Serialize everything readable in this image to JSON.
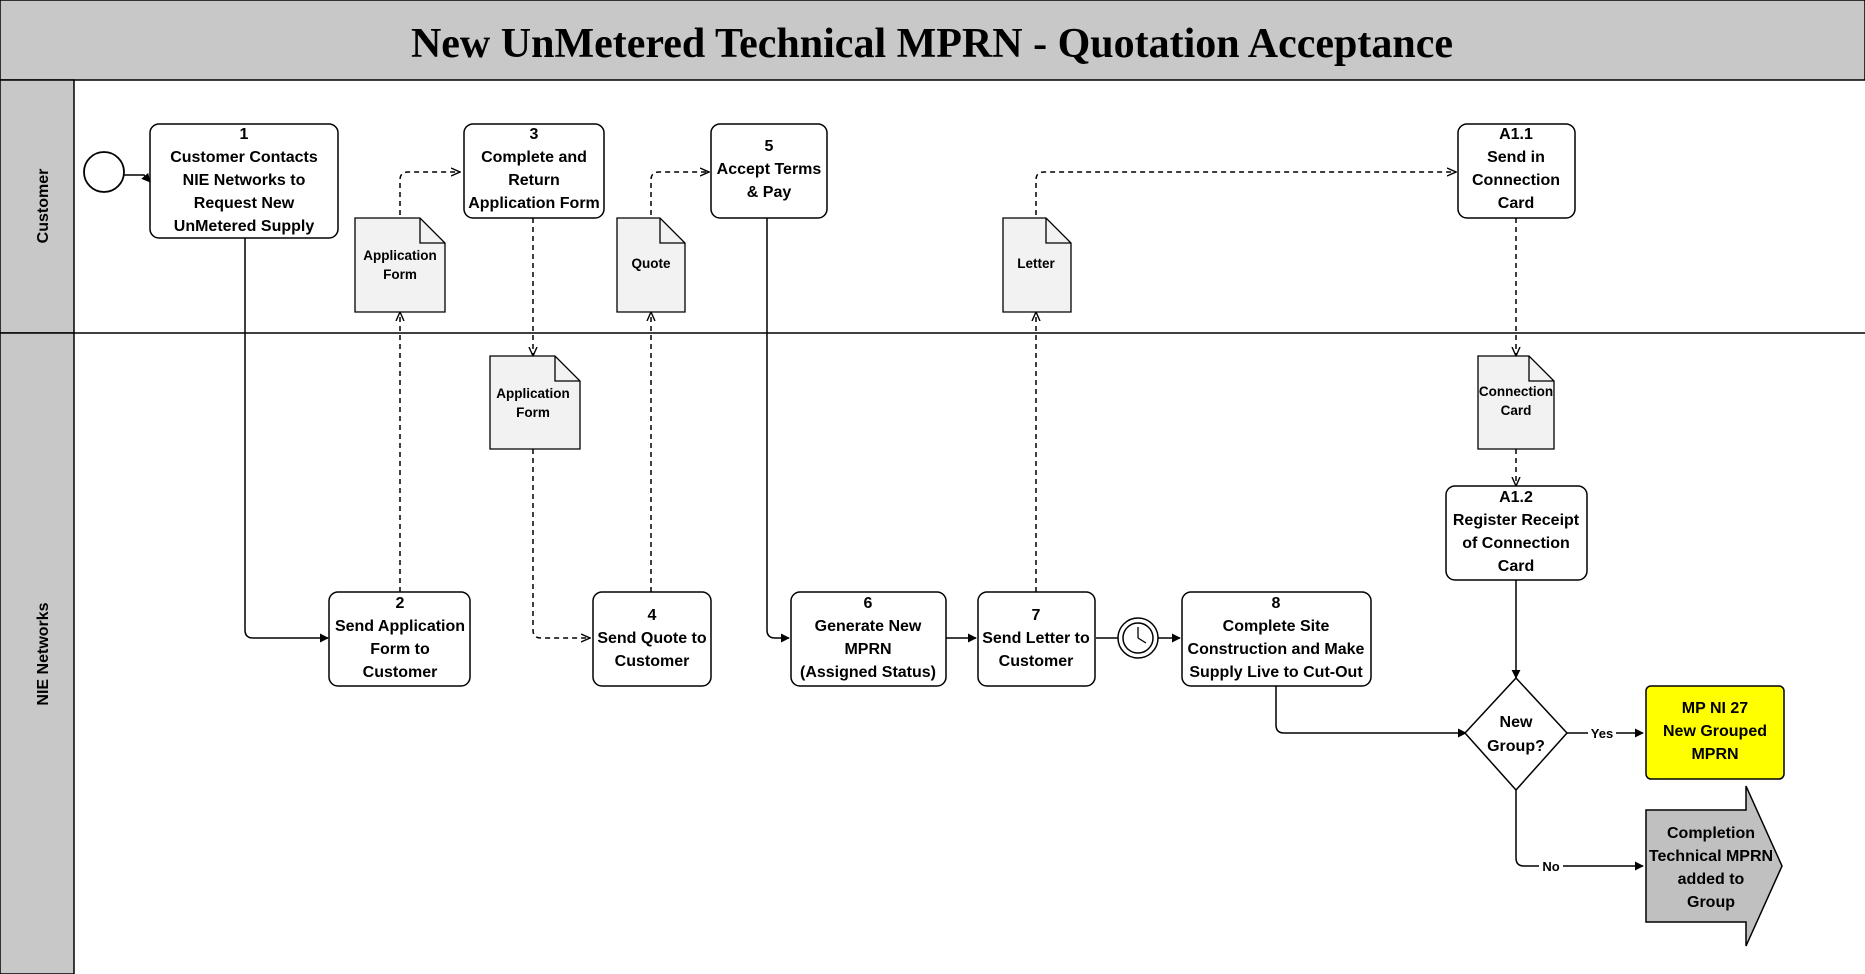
{
  "title": "New UnMetered Technical MPRN - Quotation Acceptance",
  "lanes": {
    "customer": "Customer",
    "nie": "NIE Networks"
  },
  "tasks": {
    "t1": {
      "num": "1",
      "lines": [
        "Customer Contacts",
        "NIE Networks to",
        "Request New",
        "UnMetered Supply"
      ]
    },
    "t2": {
      "num": "2",
      "lines": [
        "Send Application",
        "Form to",
        "Customer"
      ]
    },
    "t3": {
      "num": "3",
      "lines": [
        "Complete and",
        "Return",
        "Application Form"
      ]
    },
    "t4": {
      "num": "4",
      "lines": [
        "Send Quote to",
        "Customer"
      ]
    },
    "t5": {
      "num": "5",
      "lines": [
        "Accept Terms",
        "& Pay"
      ]
    },
    "t6": {
      "num": "6",
      "lines": [
        "Generate New",
        "MPRN",
        "(Assigned Status)"
      ]
    },
    "t7": {
      "num": "7",
      "lines": [
        "Send Letter to",
        "Customer"
      ]
    },
    "t8": {
      "num": "8",
      "lines": [
        "Complete Site",
        "Construction and Make",
        "Supply Live to Cut-Out"
      ]
    },
    "a11": {
      "num": "A1.1",
      "lines": [
        "Send in",
        "Connection",
        "Card"
      ]
    },
    "a12": {
      "num": "A1.2",
      "lines": [
        "Register Receipt",
        "of Connection",
        "Card"
      ]
    }
  },
  "documents": {
    "d_appform1": [
      "Application",
      "Form"
    ],
    "d_appform2": [
      "Application",
      "Form"
    ],
    "d_quote": [
      "Quote"
    ],
    "d_letter": [
      "Letter"
    ],
    "d_conncard": [
      "Connection",
      "Card"
    ]
  },
  "gateway": {
    "lines": [
      "New",
      "Group?"
    ]
  },
  "flow_labels": {
    "yes": "Yes",
    "no": "No"
  },
  "outcomes": {
    "mpni27": [
      "MP NI 27",
      "New Grouped",
      "MPRN"
    ],
    "completion": [
      "Completion",
      "Technical MPRN",
      "added to",
      "Group"
    ]
  },
  "colors": {
    "header_bg": "#c8c8c8",
    "lane_bg": "#c8c8c8",
    "doc_fill": "#f2f2f2",
    "highlight": "#ffff00",
    "offpage_fill": "#c0c0c0"
  }
}
